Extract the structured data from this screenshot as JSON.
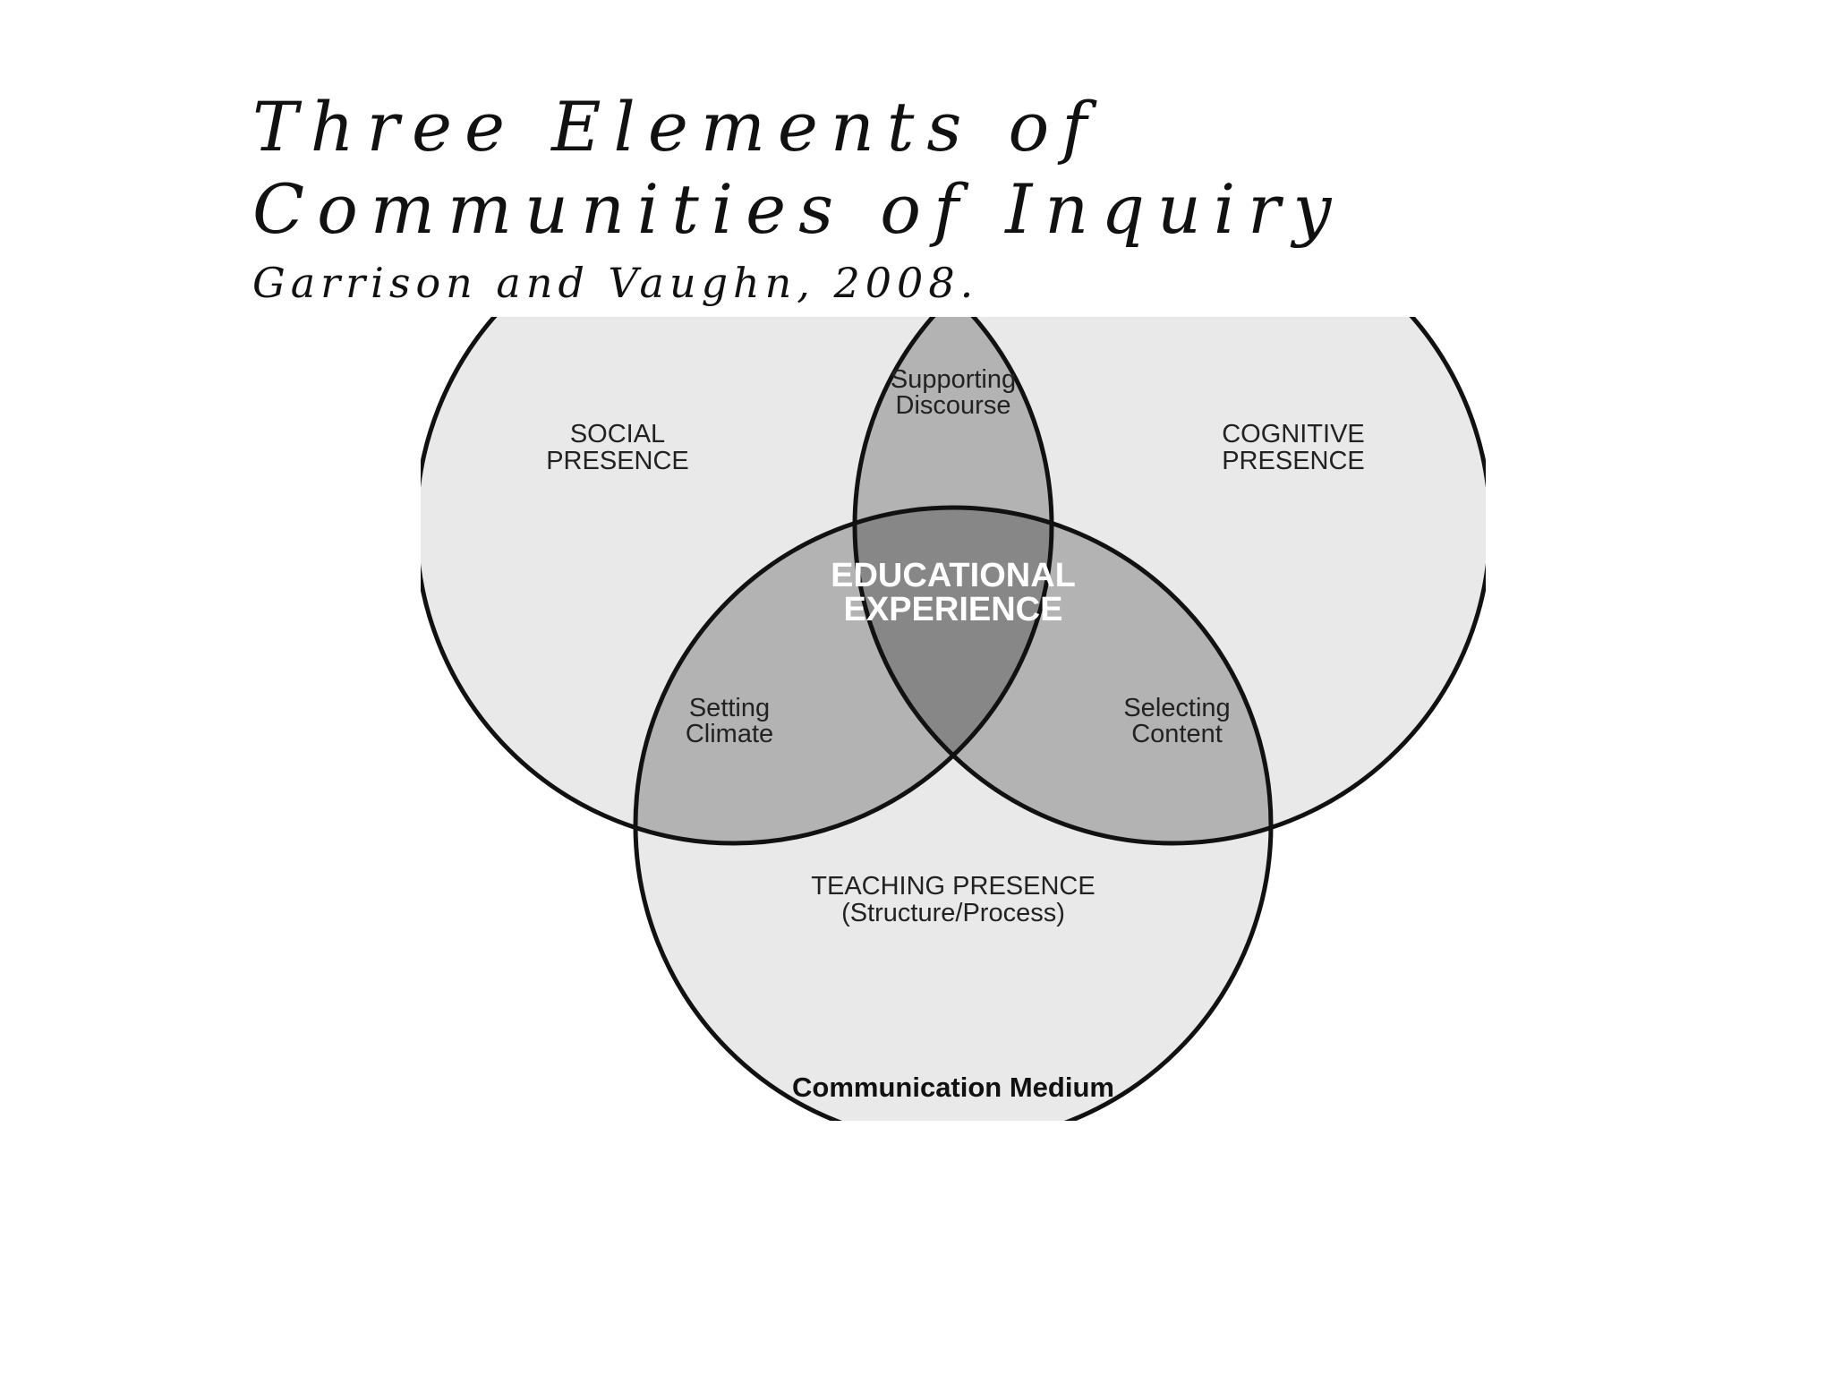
{
  "slide": {
    "title": "Three Elements of Communities of Inquiry",
    "subtitle": "Garrison and Vaughn, 2008."
  },
  "diagram": {
    "circles": {
      "social": {
        "line1": "SOCIAL",
        "line2": "PRESENCE"
      },
      "cognitive": {
        "line1": "COGNITIVE",
        "line2": "PRESENCE"
      },
      "teaching": {
        "line1": "TEACHING PRESENCE",
        "line2": "(Structure/Process)"
      }
    },
    "overlaps": {
      "social_cognitive": {
        "line1": "Supporting",
        "line2": "Discourse"
      },
      "social_teaching": {
        "line1": "Setting",
        "line2": "Climate"
      },
      "cognitive_teaching": {
        "line1": "Selecting",
        "line2": "Content"
      },
      "center": {
        "line1": "EDUCATIONAL",
        "line2": "EXPERIENCE"
      }
    },
    "footer": "Communication Medium",
    "colors": {
      "single": "#e9e9e9",
      "pair": "#b3b3b3",
      "center": "#878787",
      "outline": "#111111",
      "label": "#222222",
      "center_label": "#ffffff"
    }
  }
}
